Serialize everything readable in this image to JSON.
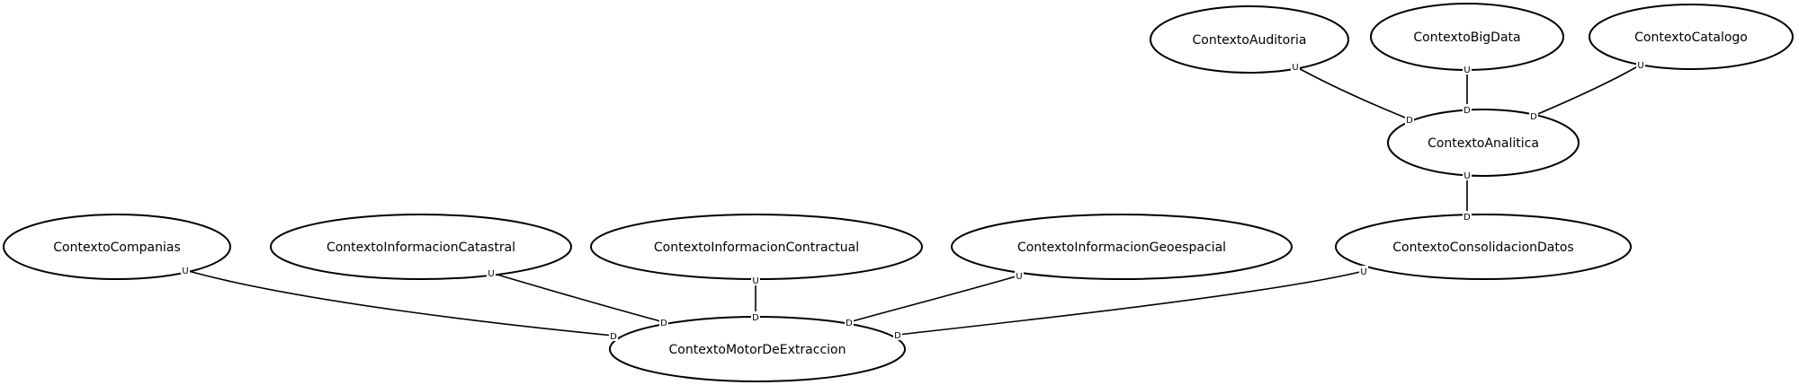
{
  "diagram": {
    "nodes": [
      {
        "id": "auditoria",
        "label": "ContextoAuditoria"
      },
      {
        "id": "bigdata",
        "label": "ContextoBigData"
      },
      {
        "id": "catalogo",
        "label": "ContextoCatalogo"
      },
      {
        "id": "analitica",
        "label": "ContextoAnalitica"
      },
      {
        "id": "companias",
        "label": "ContextoCompanias"
      },
      {
        "id": "catastral",
        "label": "ContextoInformacionCatastral"
      },
      {
        "id": "contractual",
        "label": "ContextoInformacionContractual"
      },
      {
        "id": "geoespacial",
        "label": "ContextoInformacionGeoespacial"
      },
      {
        "id": "consolidacion",
        "label": "ContextoConsolidacionDatos"
      },
      {
        "id": "motor",
        "label": "ContextoMotorDeExtraccion"
      }
    ],
    "edges": [
      {
        "from": "auditoria",
        "to": "analitica",
        "from_port": "U",
        "to_port": "D"
      },
      {
        "from": "bigdata",
        "to": "analitica",
        "from_port": "U",
        "to_port": "D"
      },
      {
        "from": "catalogo",
        "to": "analitica",
        "from_port": "U",
        "to_port": "D"
      },
      {
        "from": "analitica",
        "to": "consolidacion",
        "from_port": "U",
        "to_port": "D"
      },
      {
        "from": "companias",
        "to": "motor",
        "from_port": "U",
        "to_port": "D"
      },
      {
        "from": "catastral",
        "to": "motor",
        "from_port": "U",
        "to_port": "D"
      },
      {
        "from": "contractual",
        "to": "motor",
        "from_port": "U",
        "to_port": "D"
      },
      {
        "from": "geoespacial",
        "to": "motor",
        "from_port": "U",
        "to_port": "D"
      },
      {
        "from": "consolidacion",
        "to": "motor",
        "from_port": "U",
        "to_port": "D"
      }
    ]
  }
}
